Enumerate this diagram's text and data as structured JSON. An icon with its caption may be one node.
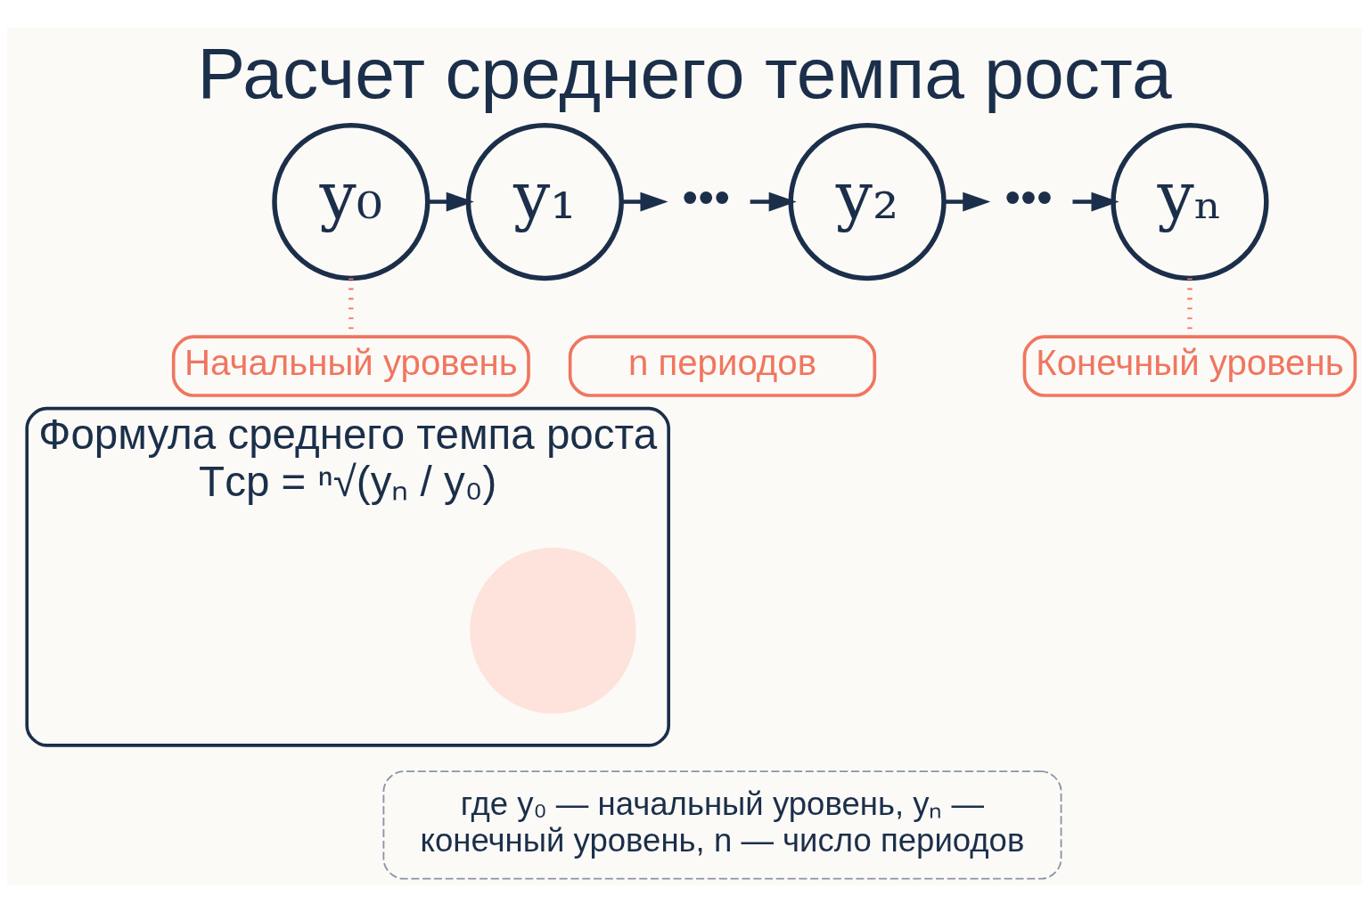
{
  "diagram": {
    "title": "Расчет среднего темпа роста",
    "nodes": [
      {
        "text": [
          "y₀"
        ]
      },
      {
        "text": [
          "y₁"
        ]
      },
      {
        "text": [
          "•••"
        ]
      },
      {
        "text": [
          "y₂"
        ]
      },
      {
        "text": [
          "•••"
        ]
      },
      {
        "text": [
          "yₙ"
        ]
      },
      {
        "text": [
          "Начальный уровень"
        ]
      },
      {
        "text": [
          "Конечный уровень"
        ]
      },
      {
        "text": [
          "n периодов"
        ]
      },
      {
        "text": [
          "Формула среднего темпа роста",
          "Tср = ⁿ√(yₙ / y₀)"
        ]
      },
      {
        "text": [],
        "shape": "circle",
        "in": 9
      },
      {
        "text": [
          "где y₀ — начальный уровень, yₙ — конечный уровень, n — число периодов"
        ]
      }
    ],
    "edges": [
      {
        "from": 0,
        "to": 1,
        "arrow": "to"
      },
      {
        "from": 1,
        "to": 2,
        "arrow": "to"
      },
      {
        "from": 2,
        "to": 3,
        "arrow": "to"
      },
      {
        "from": 3,
        "to": 4,
        "arrow": "to"
      },
      {
        "from": 4,
        "to": 5,
        "arrow": "to"
      },
      {
        "from": 0,
        "to": 6,
        "arrow": "none",
        "style": "dashed",
        "color": "#f0765f"
      },
      {
        "from": 5,
        "to": 7,
        "arrow": "none",
        "style": "dashed",
        "color": "#f0765f"
      }
    ]
  }
}
